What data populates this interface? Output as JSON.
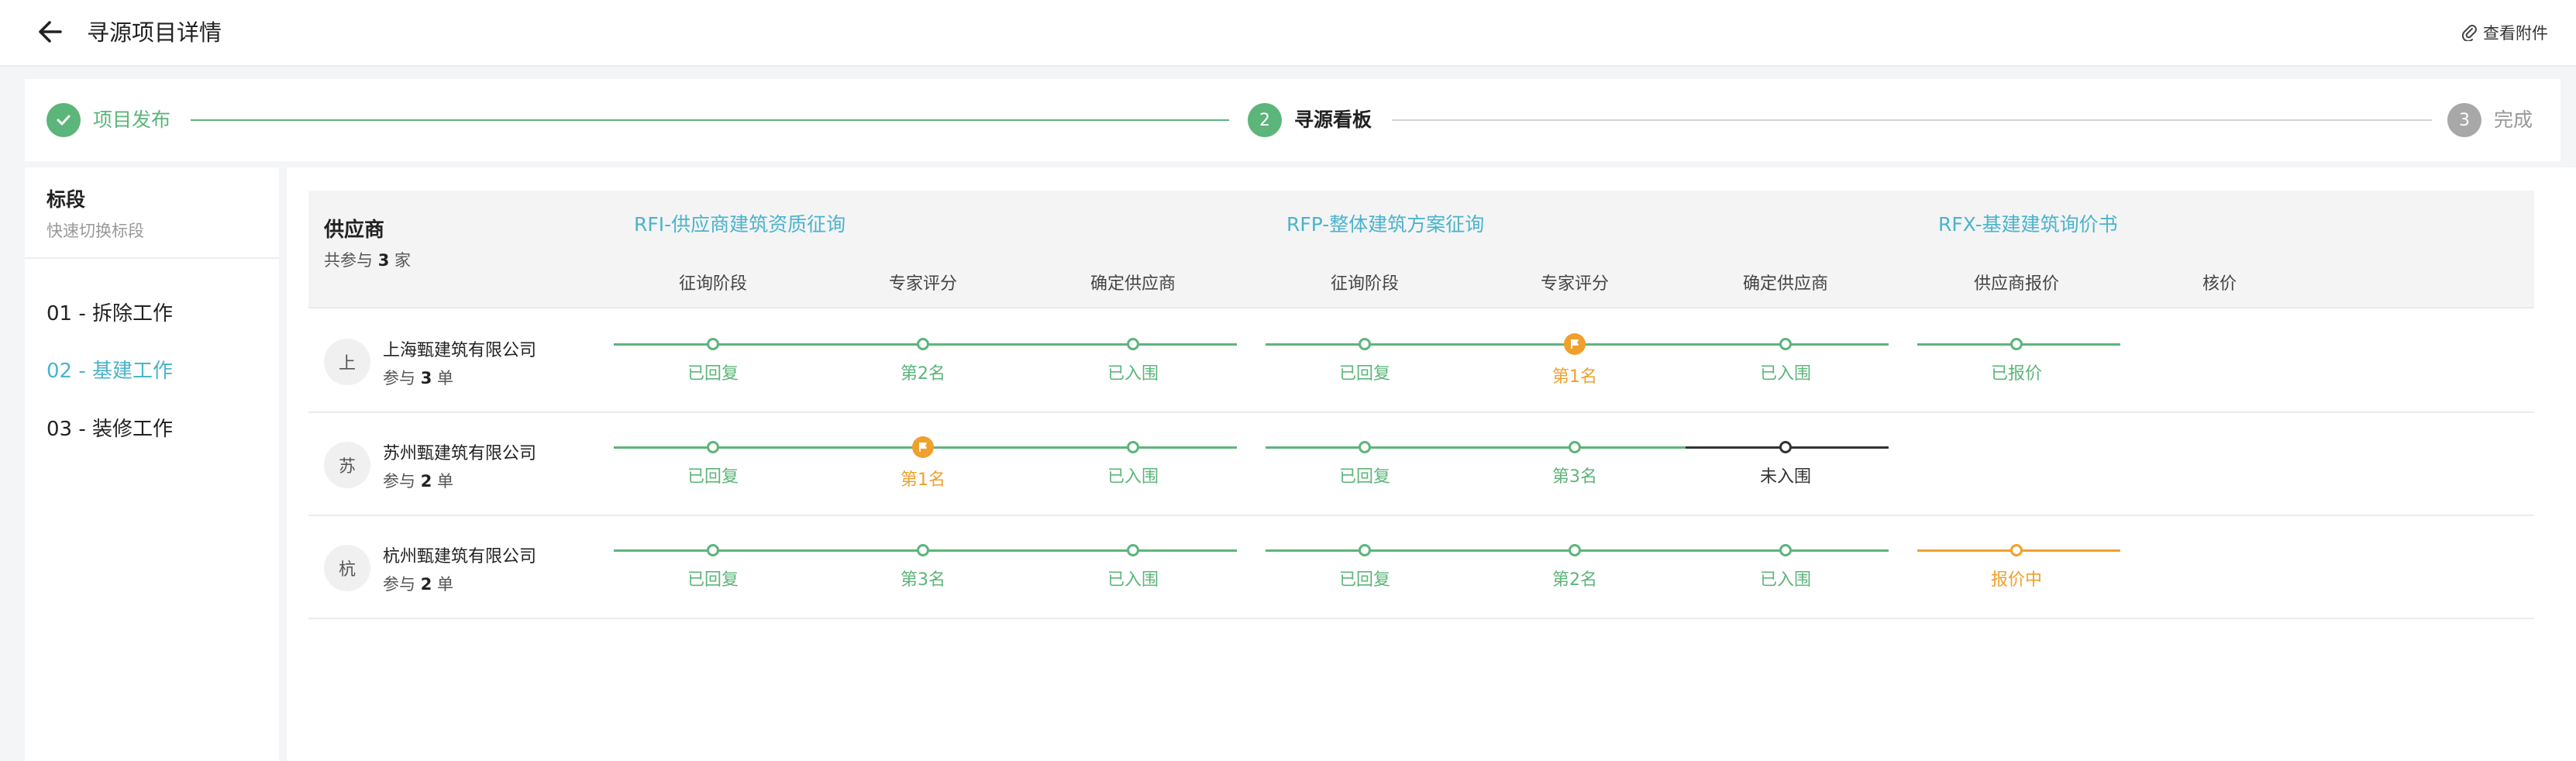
{
  "header": {
    "title": "寻源项目详情",
    "attach_label": "查看附件"
  },
  "steps": [
    {
      "index": "1",
      "label": "项目发布",
      "state": "done"
    },
    {
      "index": "2",
      "label": "寻源看板",
      "state": "active"
    },
    {
      "index": "3",
      "label": "完成",
      "state": "pending"
    }
  ],
  "sidebar": {
    "title": "标段",
    "subtitle": "快速切换标段",
    "items": [
      {
        "label": "01 - 拆除工作",
        "active": false
      },
      {
        "label": "02 - 基建工作",
        "active": true
      },
      {
        "label": "03 - 装修工作",
        "active": false
      }
    ]
  },
  "table": {
    "supplier_header": "供应商",
    "supplier_count_prefix": "共参与",
    "supplier_count": "3",
    "supplier_count_suffix": "家",
    "phases": [
      {
        "title": "RFI-供应商建筑资质征询",
        "columns": [
          "征询阶段",
          "专家评分",
          "确定供应商"
        ]
      },
      {
        "title": "RFP-整体建筑方案征询",
        "columns": [
          "征询阶段",
          "专家评分",
          "确定供应商"
        ]
      },
      {
        "title": "RFX-基建建筑询价书",
        "columns": [
          "供应商报价",
          "核价"
        ]
      }
    ],
    "rows": [
      {
        "avatar": "上",
        "name": "上海甄建筑有限公司",
        "count_prefix": "参与",
        "count": "3",
        "count_suffix": "单",
        "cells": [
          "已回复",
          "第2名",
          "已入围",
          "已回复",
          "第1名",
          "已入围",
          "已报价"
        ]
      },
      {
        "avatar": "苏",
        "name": "苏州甄建筑有限公司",
        "count_prefix": "参与",
        "count": "2",
        "count_suffix": "单",
        "cells": [
          "已回复",
          "第1名",
          "已入围",
          "已回复",
          "第3名",
          "未入围"
        ]
      },
      {
        "avatar": "杭",
        "name": "杭州甄建筑有限公司",
        "count_prefix": "参与",
        "count": "2",
        "count_suffix": "单",
        "cells": [
          "已回复",
          "第3名",
          "已入围",
          "已回复",
          "第2名",
          "已入围",
          "报价中"
        ]
      }
    ]
  },
  "colors": {
    "green": "#5cb57a",
    "orange": "#f0a02c",
    "teal": "#4ab4cc",
    "black": "#333333",
    "gray": "#9e9e9e"
  },
  "icons": {
    "back": "arrow-left-icon",
    "attach": "paperclip-icon",
    "check": "check-icon",
    "flag": "flag-icon"
  }
}
